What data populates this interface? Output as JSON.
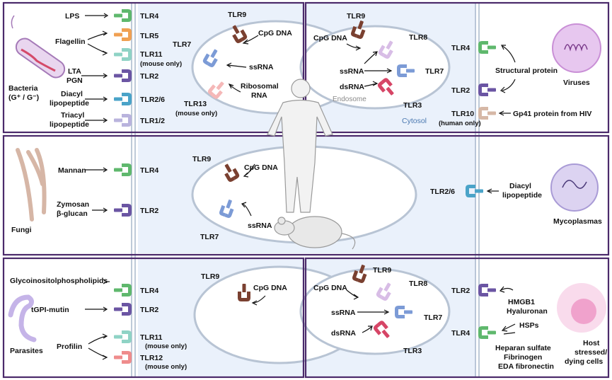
{
  "panels": {
    "bacteria": {
      "organism": "Bacteria",
      "organism_sub": "(G⁺ / G⁻)",
      "ligands": [
        "LPS",
        "Flagellin",
        "LTA",
        "PGN",
        "Diacyl",
        "lipopeptide",
        "Triacyl",
        "lipopeptide"
      ],
      "receptors": [
        "TLR4",
        "TLR5",
        "TLR11",
        "(mouse only)",
        "TLR2",
        "TLR2/6",
        "TLR1/2"
      ],
      "endosomal": [
        "TLR9",
        "CpG DNA",
        "TLR7",
        "ssRNA",
        "Ribosomal",
        "RNA",
        "TLR13",
        "(mouse only)"
      ]
    },
    "viruses": {
      "organism": "Viruses",
      "endosomal": [
        "TLR9",
        "CpG DNA",
        "TLR8",
        "ssRNA",
        "TLR7",
        "dsRNA",
        "TLR3"
      ],
      "endosome_label": "Endosome",
      "cytosol_label": "Cytosol",
      "receptors": [
        "TLR4",
        "TLR2",
        "TLR10",
        "(human only)"
      ],
      "ligands": [
        "Structural protein",
        "Gp41 protein from HIV"
      ]
    },
    "fungi": {
      "organism": "Fungi",
      "ligands": [
        "Mannan",
        "Zymosan",
        "β-glucan"
      ],
      "receptors": [
        "TLR4",
        "TLR2"
      ],
      "endosomal": [
        "TLR9",
        "CpG DNA",
        "TLR7",
        "ssRNA"
      ]
    },
    "mycoplasmas": {
      "organism": "Mycoplasmas",
      "receptor": "TLR2/6",
      "ligands": [
        "Diacyl",
        "lipopeptide"
      ]
    },
    "parasites": {
      "organism": "Parasites",
      "ligands": [
        "Glycoinositolphospholipids",
        "tGPI-mutin",
        "Profilin"
      ],
      "receptors": [
        "TLR4",
        "TLR2",
        "TLR11",
        "(mouse only)",
        "TLR12",
        "(mouse only)"
      ],
      "endosomal": [
        "TLR9",
        "CpG DNA"
      ]
    },
    "host": {
      "organism_lines": [
        "Host",
        "stressed/",
        "dying cells"
      ],
      "endosomal": [
        "CpG DNA",
        "TLR9",
        "TLR8",
        "ssRNA",
        "TLR7",
        "dsRNA",
        "TLR3"
      ],
      "receptors": [
        "TLR2",
        "TLR4"
      ],
      "ligands": [
        "HMGB1",
        "Hyaluronan",
        "HSPs",
        "Heparan sulfate",
        "Fibrinogen",
        "EDA fibronectin"
      ]
    }
  },
  "colors": {
    "panel_border": "#4b2a6b",
    "cell_fill": "#eaf1fb",
    "membrane": "#a9b8cc",
    "tlr4": "#5fb86d",
    "tlr5": "#f0a052",
    "tlr11": "#8fd3c5",
    "tlr2": "#6b55a3",
    "tlr6": "#4aa3c8",
    "tlr1": "#b9b3dd",
    "tlr9": "#7a4030",
    "tlr7": "#7c9bd6",
    "tlr8": "#d8bde6",
    "tlr3": "#d64566",
    "tlr13": "#f5b8b8",
    "tlr10": "#d6b8a6",
    "tlr12": "#ef8c8c"
  }
}
